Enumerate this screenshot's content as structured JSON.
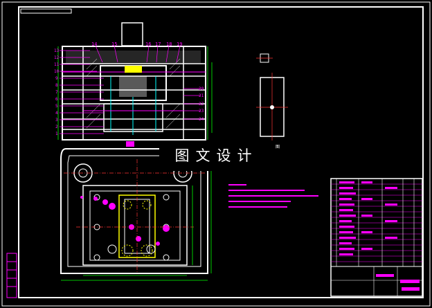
{
  "watermark": "图文设计",
  "small_label": "图",
  "colors": {
    "background": "#000000",
    "frame": "#ffffff",
    "outline": "#ffffff",
    "accent_magenta": "#ff00ff",
    "accent_red": "#ff3333",
    "accent_green": "#00ff00",
    "accent_cyan": "#00ffff",
    "accent_yellow": "#ffff00"
  },
  "balloon_numbers_top": [
    "14",
    "15",
    "16",
    "17",
    "18",
    "19"
  ],
  "balloon_numbers_left": [
    "13",
    "12",
    "11",
    "10",
    "9",
    "8",
    "7",
    "6",
    "5",
    "4",
    "3",
    "2",
    "1"
  ],
  "balloon_numbers_right": [
    "20",
    "21",
    "22",
    "23",
    "24"
  ]
}
